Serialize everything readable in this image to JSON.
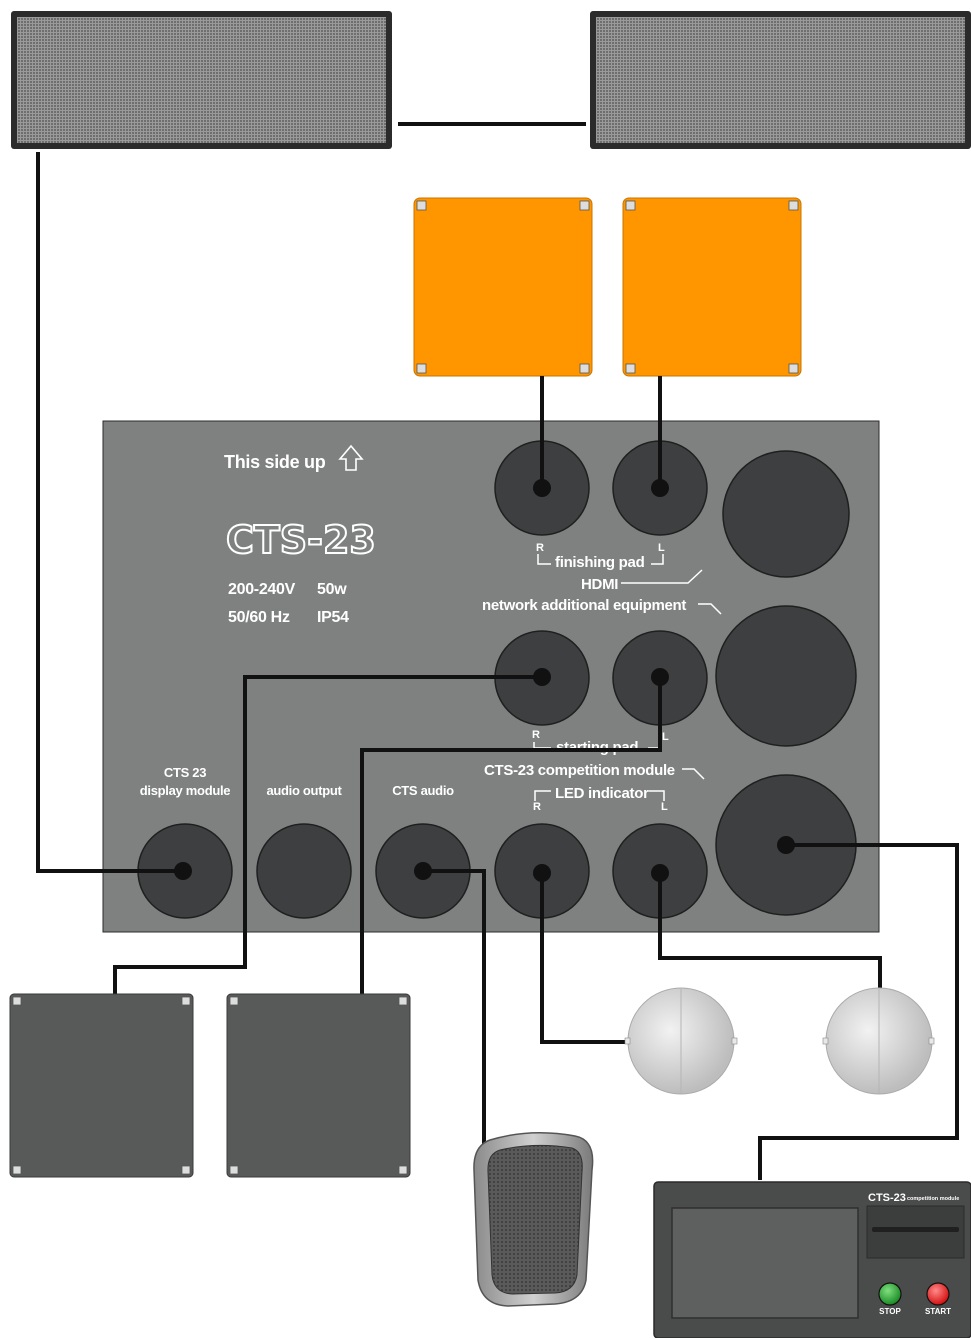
{
  "box": {
    "orientation_label": "This side up",
    "model_logo": "CTS-23",
    "specs": {
      "voltage": "200-240V",
      "power": "50w",
      "frequency": "50/60 Hz",
      "ip_rating": "IP54"
    }
  },
  "port_labels": {
    "finishing_pad": "finishing pad",
    "hdmi": "HDMI",
    "network": "network additional equipment",
    "starting_pad": "starting pad",
    "competition_module": "CTS-23 competition module",
    "led_indicator": "LED indicator",
    "display_module_line1": "CTS 23",
    "display_module_line2": "display module",
    "audio_output": "audio output",
    "cts_audio": "CTS audio",
    "right": "R",
    "left": "L"
  },
  "competition_module": {
    "brand": "CTS-23",
    "subtitle": "competition module",
    "stop_label": "STOP",
    "start_label": "START"
  },
  "colors": {
    "box": "#7f8080",
    "port": "#3d3f40",
    "cable": "#111111",
    "finishing_pad": "#ff9600",
    "starting_pad": "#585a59",
    "stop_button": "#1fa12e",
    "start_button": "#e81010"
  }
}
